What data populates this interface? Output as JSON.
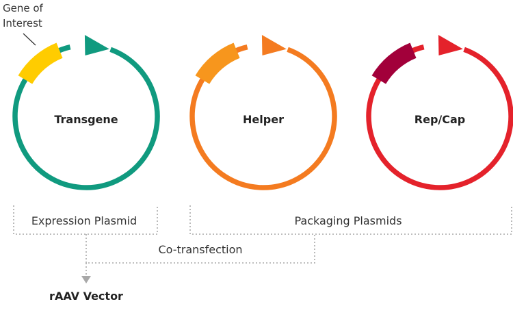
{
  "callout": {
    "line1": "Gene of",
    "line2": "Interest"
  },
  "plasmids": [
    {
      "label": "Transgene",
      "ring_color": "#109A7F",
      "insert_color": "#FFCC00"
    },
    {
      "label": "Helper",
      "ring_color": "#F47B20",
      "insert_color": "#F7961D"
    },
    {
      "label": "Rep/Cap",
      "ring_color": "#E4222B",
      "insert_color": "#A2003A"
    }
  ],
  "groups": {
    "expression": "Expression Plasmid",
    "packaging": "Packaging Plasmids",
    "cotransfection": "Co-transfection"
  },
  "result": "rAAV Vector"
}
